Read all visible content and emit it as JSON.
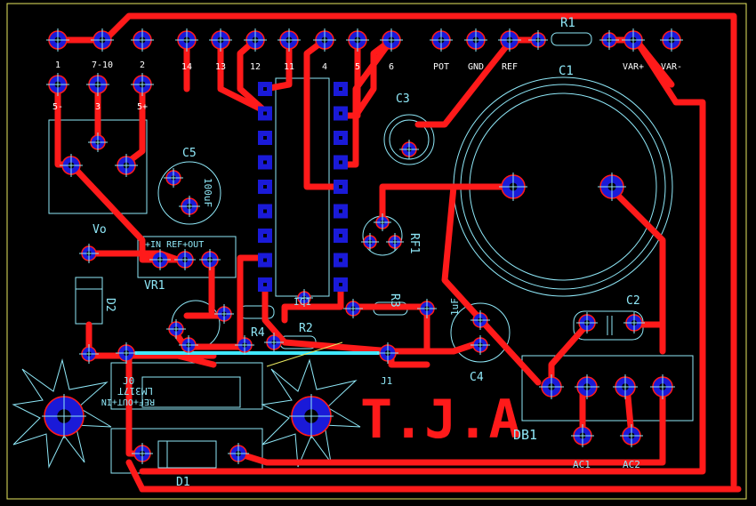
{
  "board": {
    "colors": {
      "background": "#000000",
      "trace": "#ff1a1a",
      "pad": "#1a1ad8",
      "pad_hole": "#000000",
      "silk": "#8fe8f8",
      "label": "#ffffff",
      "frame": "#e8e860",
      "jumper": "#40e8ff"
    },
    "top_terminal_labels": [
      "1",
      "7-10",
      "2",
      "14",
      "13",
      "12",
      "11",
      "4",
      "5",
      "6",
      "POT",
      "GND",
      "REF",
      "VAR+",
      "VAR-"
    ],
    "left_terminal_labels": [
      "5-",
      "3",
      "5+"
    ],
    "components": {
      "r1": "R1",
      "c1": "C1",
      "c3": "C3",
      "c5": "C5",
      "c5_value": "100uF",
      "vo": "Vo",
      "vr1": "VR1",
      "vr1_pins": "+IN  REF+OUT",
      "d2": "D2",
      "ic1": "IC1",
      "r2": "R2",
      "r4": "R4",
      "r3": "R3",
      "rf1": "RF1",
      "c2": "C2",
      "c4": "C4",
      "c4_value": "1uF",
      "db1": "DB1",
      "d1": "D1",
      "j0": "J0",
      "j1": "J1",
      "ac1": "AC1",
      "ac2": "AC2",
      "lm317": "LM317T",
      "lm317_pins": "REF+OUT+IN",
      "title": "T.J.A"
    }
  }
}
